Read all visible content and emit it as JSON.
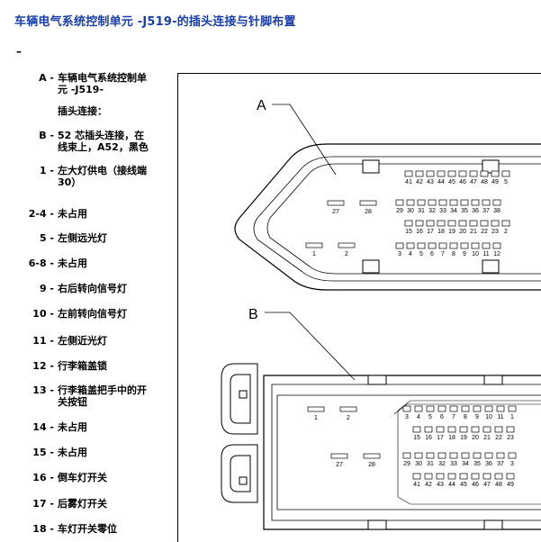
{
  "title": "车辆电气系统控制单元 -J519-的插头连接与针脚布置",
  "dash": "–",
  "legend": [
    {
      "key": "A -",
      "lines": [
        "车辆电气系统控制单",
        "元 -J519-"
      ]
    },
    {
      "key": "",
      "lines": [
        "插头连接："
      ]
    },
    {
      "key": "B -",
      "lines": [
        "52 芯插头连接，在",
        "线束上，A52，黑色"
      ]
    },
    {
      "key": "1 -",
      "lines": [
        "左大灯供电（接线端",
        "30）"
      ]
    },
    {
      "key": "2-4 -",
      "lines": [
        "未占用"
      ]
    },
    {
      "key": "5 -",
      "lines": [
        "左侧远光灯"
      ]
    },
    {
      "key": "6-8 -",
      "lines": [
        "未占用"
      ]
    },
    {
      "key": "9 -",
      "lines": [
        "右后转向信号灯"
      ]
    },
    {
      "key": "10 -",
      "lines": [
        "左前转向信号灯"
      ]
    },
    {
      "key": "11 -",
      "lines": [
        "左侧近光灯"
      ]
    },
    {
      "key": "12 -",
      "lines": [
        "行李箱盖锁"
      ]
    },
    {
      "key": "13 -",
      "lines": [
        "行李箱盖把手中的开",
        "关按钮"
      ]
    },
    {
      "key": "14 -",
      "lines": [
        "未占用"
      ]
    },
    {
      "key": "15 -",
      "lines": [
        "未占用"
      ]
    },
    {
      "key": "16 -",
      "lines": [
        "倒车灯开关"
      ]
    },
    {
      "key": "17 -",
      "lines": [
        "后雾灯开关"
      ]
    },
    {
      "key": "18 -",
      "lines": [
        "车灯开关零位"
      ]
    }
  ],
  "figure": {
    "label_a": "A",
    "label_b": "B",
    "a_row_top": [
      "41",
      "42",
      "43",
      "44",
      "45",
      "46",
      "47",
      "48",
      "49",
      "5"
    ],
    "a_row_2_big": [
      "27",
      "28"
    ],
    "a_row_2": [
      "29",
      "30",
      "31",
      "32",
      "33",
      "34",
      "35",
      "36",
      "37",
      "38"
    ],
    "a_row_3": [
      "15",
      "16",
      "17",
      "18",
      "19",
      "20",
      "21",
      "22",
      "23",
      "2"
    ],
    "a_row_4_big": [
      "1",
      "2"
    ],
    "a_row_4": [
      "3",
      "4",
      "5",
      "6",
      "7",
      "8",
      "9",
      "10",
      "11",
      "12"
    ],
    "b_row_1_big": [
      "1",
      "2"
    ],
    "b_row_1": [
      "3",
      "4",
      "5",
      "6",
      "7",
      "8",
      "9",
      "10",
      "11",
      "1"
    ],
    "b_row_2": [
      "15",
      "16",
      "17",
      "18",
      "19",
      "20",
      "21",
      "22",
      "23"
    ],
    "b_row_3_big": [
      "27",
      "28"
    ],
    "b_row_3": [
      "29",
      "30",
      "31",
      "32",
      "33",
      "34",
      "35",
      "36",
      "37",
      "3"
    ],
    "b_row_4": [
      "41",
      "42",
      "43",
      "44",
      "45",
      "46",
      "47",
      "48",
      "49"
    ]
  }
}
